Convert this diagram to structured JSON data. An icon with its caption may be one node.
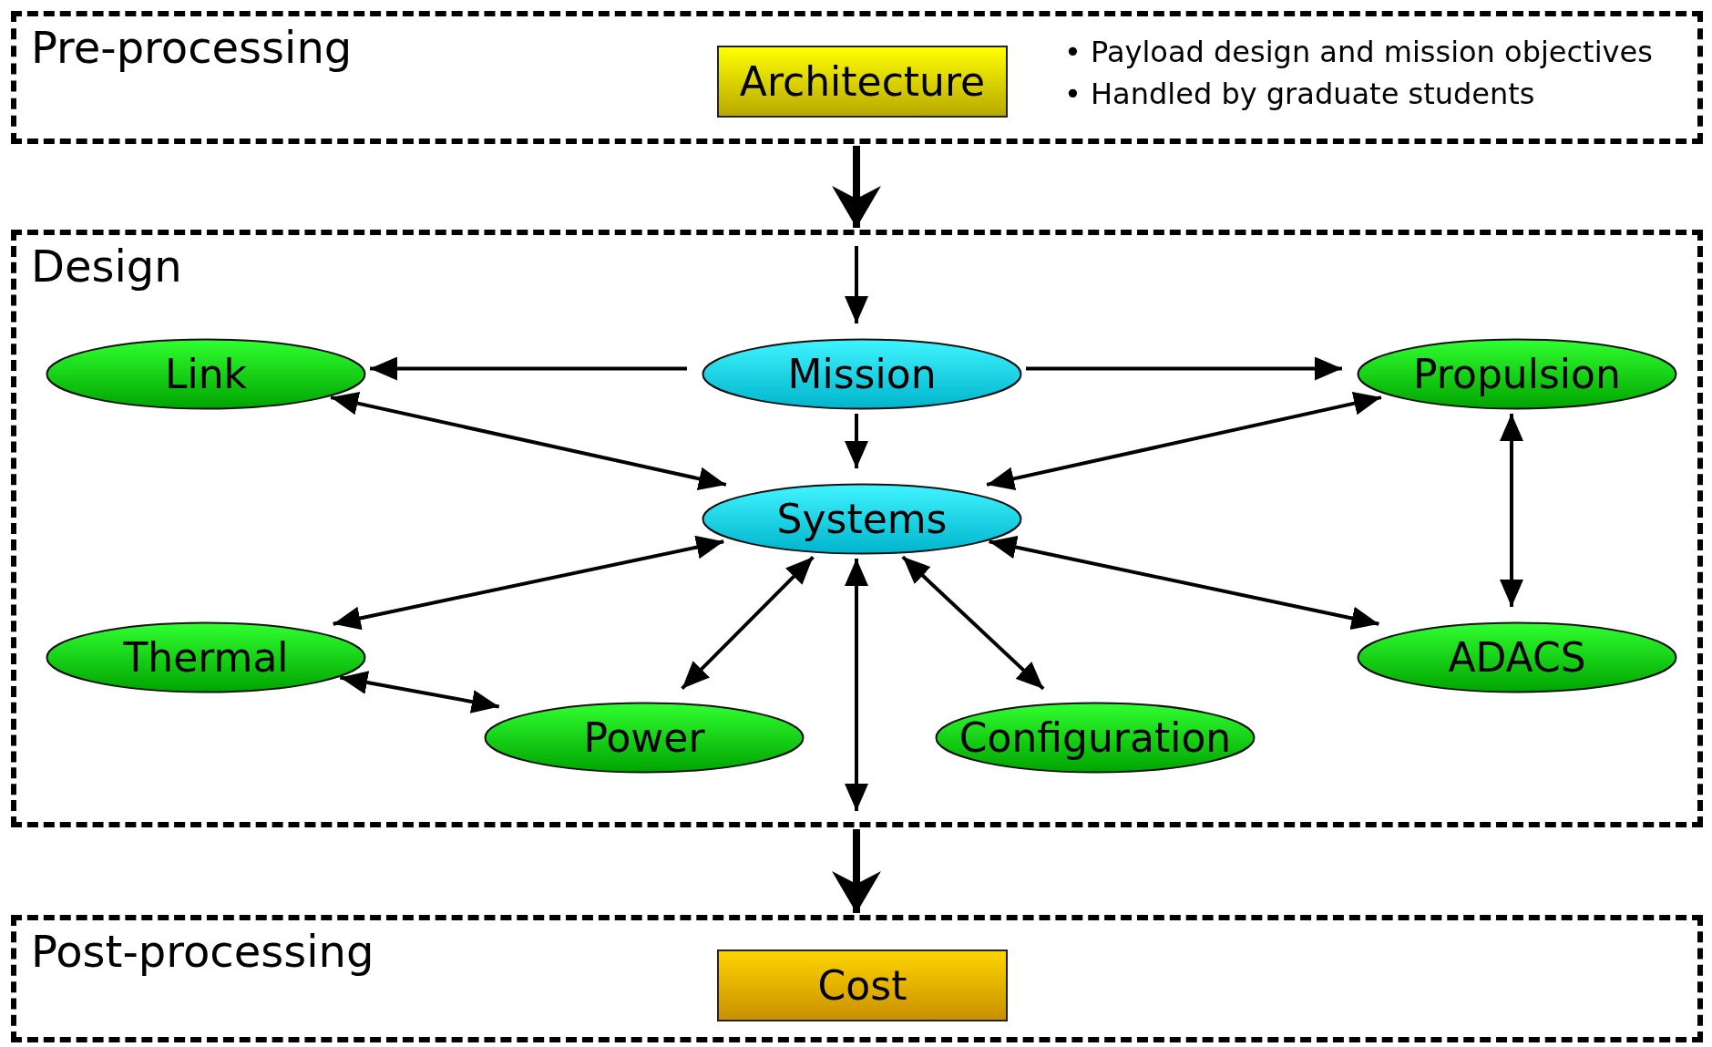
{
  "diagram": {
    "nodes": [
      {
        "text": [
          "Pre-processing"
        ]
      },
      {
        "text": [
          "Architecture"
        ],
        "in": 0
      },
      {
        "text": [
          "Design"
        ]
      },
      {
        "text": [
          "Mission"
        ],
        "in": 2
      },
      {
        "text": [
          "Link"
        ],
        "in": 2
      },
      {
        "text": [
          "Propulsion"
        ],
        "in": 2
      },
      {
        "text": [
          "Systems"
        ],
        "in": 2
      },
      {
        "text": [
          "Thermal"
        ],
        "in": 2
      },
      {
        "text": [
          "ADACS"
        ],
        "in": 2
      },
      {
        "text": [
          "Power"
        ],
        "in": 2
      },
      {
        "text": [
          "Configuration"
        ],
        "in": 2
      },
      {
        "text": [
          "Post-processing"
        ]
      },
      {
        "text": [
          "Cost"
        ],
        "in": 11
      }
    ],
    "edges": [
      {
        "from": 0,
        "to": 2,
        "arrow": "to",
        "style": "thick"
      },
      {
        "from": 2,
        "to": 3,
        "arrow": "to"
      },
      {
        "from": 3,
        "to": 4,
        "arrow": "to"
      },
      {
        "from": 3,
        "to": 5,
        "arrow": "to"
      },
      {
        "from": 3,
        "to": 6,
        "arrow": "to"
      },
      {
        "from": 4,
        "to": 6,
        "arrow": "both"
      },
      {
        "from": 5,
        "to": 6,
        "arrow": "both"
      },
      {
        "from": 5,
        "to": 8,
        "arrow": "both"
      },
      {
        "from": 7,
        "to": 6,
        "arrow": "both"
      },
      {
        "from": 6,
        "to": 8,
        "arrow": "both"
      },
      {
        "from": 9,
        "to": 6,
        "arrow": "both"
      },
      {
        "from": 6,
        "to": 10,
        "arrow": "both"
      },
      {
        "from": 7,
        "to": 9,
        "arrow": "both"
      },
      {
        "from": 6,
        "to": 2,
        "arrow": "both"
      },
      {
        "from": 2,
        "to": 11,
        "arrow": "to",
        "style": "thick"
      }
    ],
    "labels": [
      "• Payload design and mission objectives",
      "• Handled by graduate students"
    ]
  }
}
